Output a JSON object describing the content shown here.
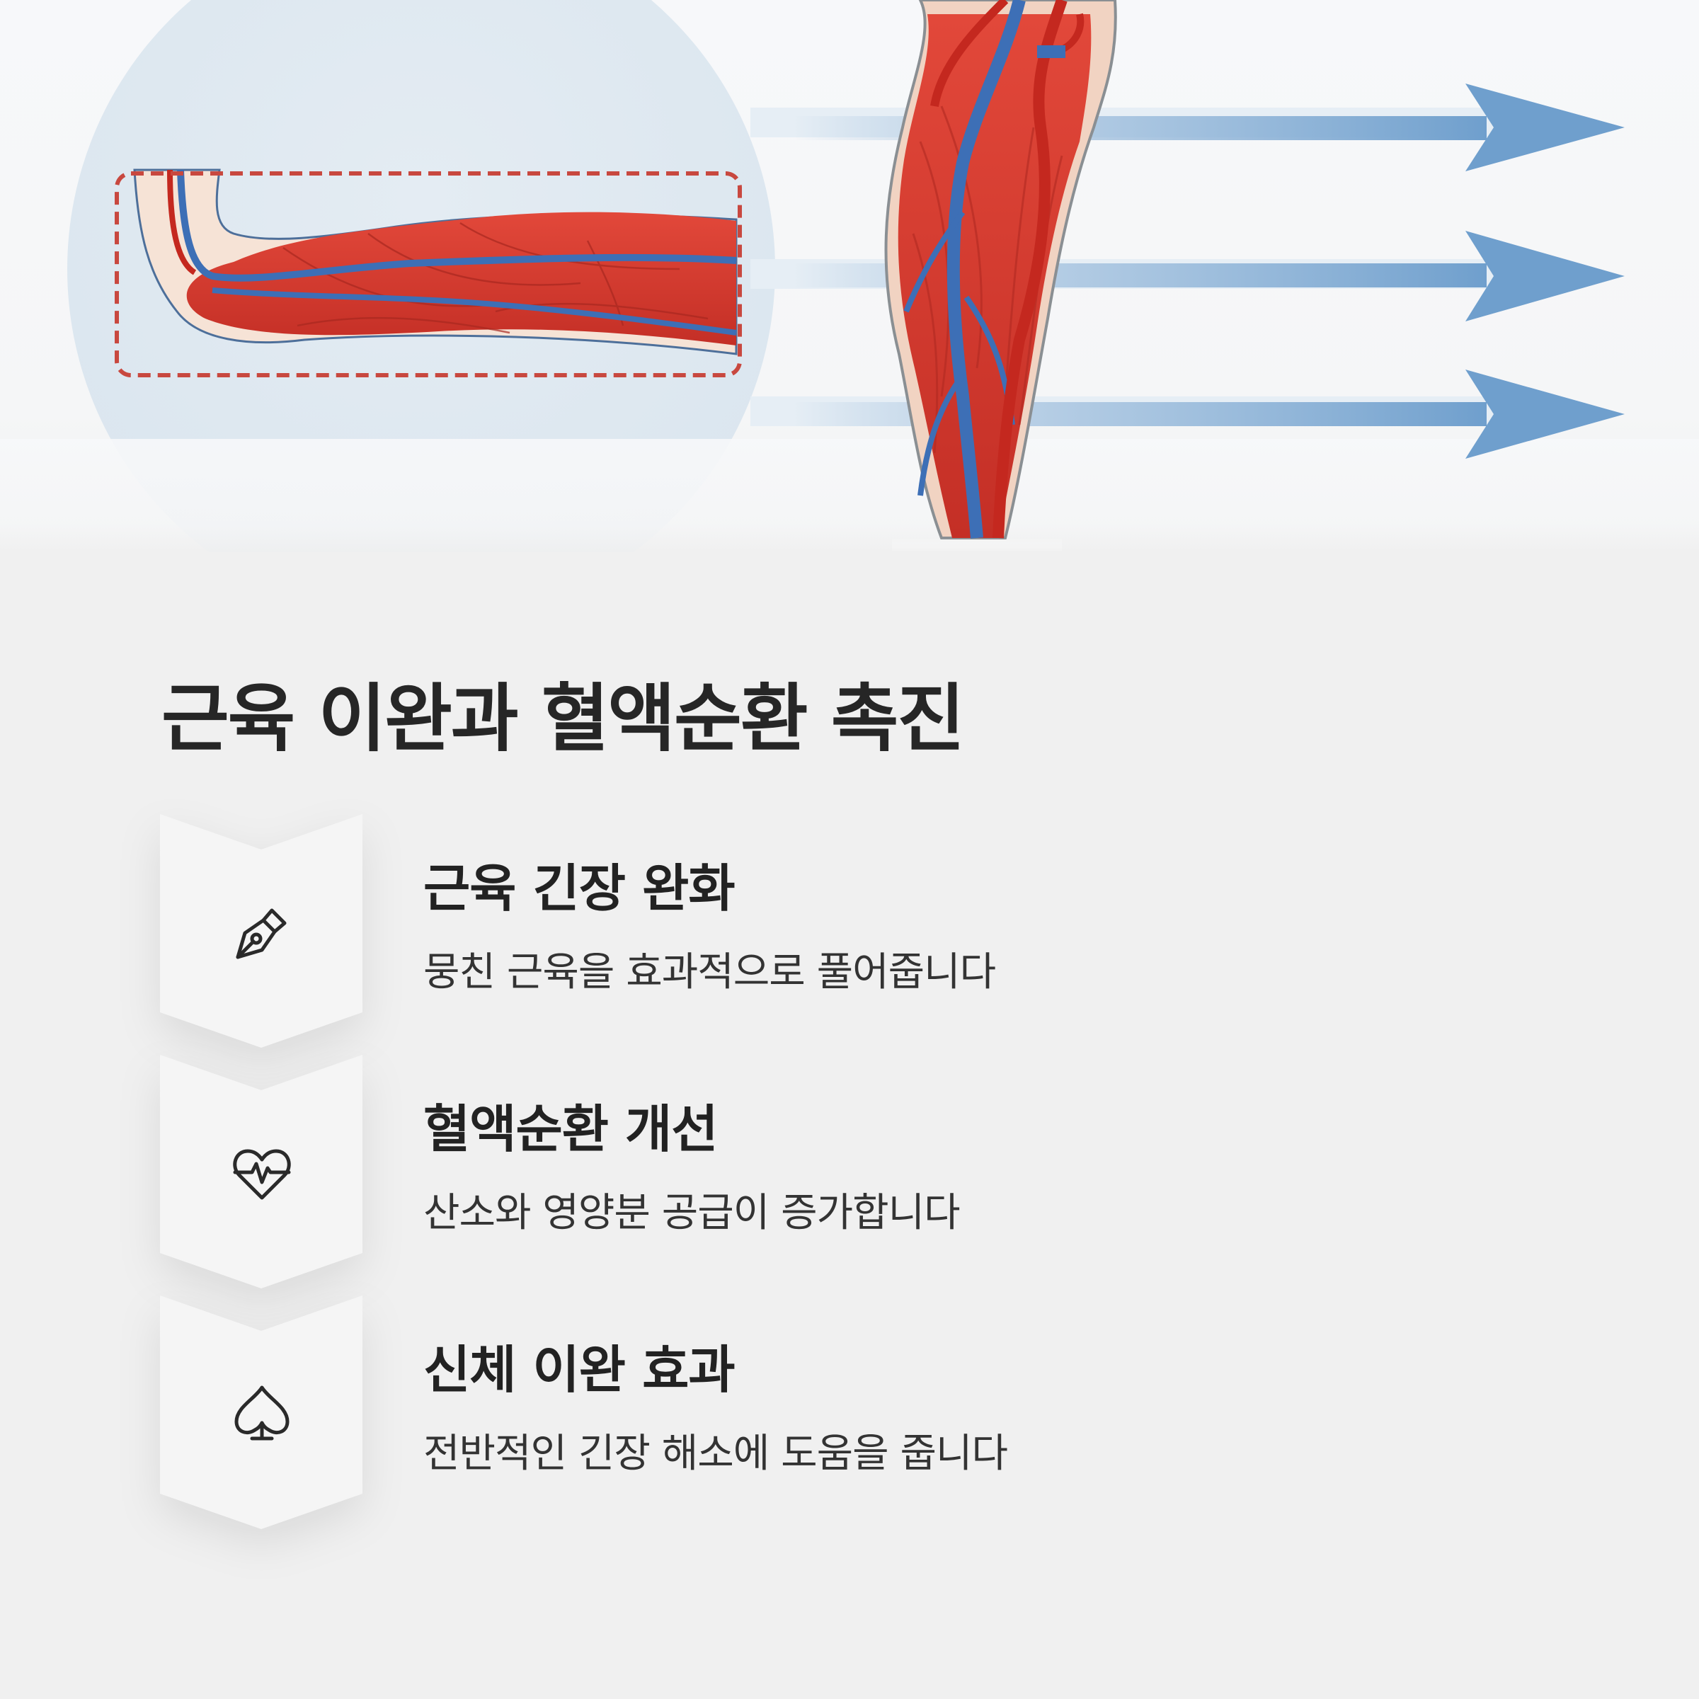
{
  "heading": "근육 이완과 혈액순환 촉진",
  "features": [
    {
      "icon": "pen-nib-icon",
      "title": "근육 긴장 완화",
      "description": "뭉친 근육을 효과적으로 풀어줍니다"
    },
    {
      "icon": "heartbeat-icon",
      "title": "혈액순환 개선",
      "description": "산소와 영양분 공급이 증가합니다"
    },
    {
      "icon": "spade-icon",
      "title": "신체 이완 효과",
      "description": "전반적인 긴장 해소에 도움을 줍니다"
    }
  ],
  "colors": {
    "background": "#f0f0f0",
    "muscle": "#d83a2e",
    "vein": "#3d6fb6",
    "arrow": "#6f9fcd",
    "highlight_border": "#c8483f",
    "text": "#262626"
  }
}
